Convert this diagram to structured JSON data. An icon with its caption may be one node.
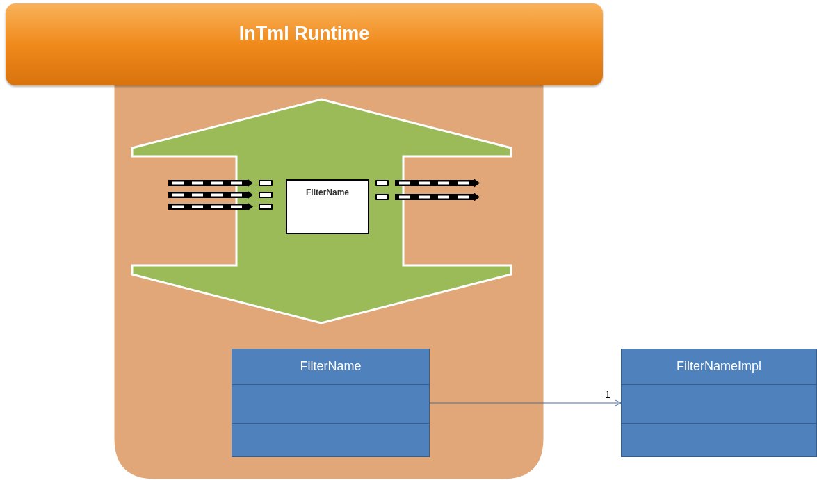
{
  "diagram": {
    "nodes": [
      {
        "text": [
          "InTml Runtime"
        ]
      },
      {
        "text": [
          "FilterName"
        ]
      },
      {
        "text": [],
        "shape": "box"
      },
      {
        "text": [],
        "shape": "box"
      },
      {
        "text": [],
        "shape": "box"
      },
      {
        "text": [],
        "shape": "box"
      },
      {
        "text": [],
        "shape": "box"
      },
      {
        "text": [
          "FilterName"
        ]
      },
      {
        "text": [
          "FilterNameImpl"
        ]
      }
    ],
    "edges": [
      {
        "from": null,
        "to": 2,
        "arrow": "to"
      },
      {
        "from": null,
        "to": 3,
        "arrow": "to"
      },
      {
        "from": null,
        "to": 4,
        "arrow": "to"
      },
      {
        "from": 5,
        "to": null,
        "arrow": "to"
      },
      {
        "from": 6,
        "to": null,
        "arrow": "to"
      },
      {
        "from": 7,
        "to": 8,
        "arrow": "to",
        "label": "1",
        "color": "#4a6fa0"
      }
    ]
  }
}
